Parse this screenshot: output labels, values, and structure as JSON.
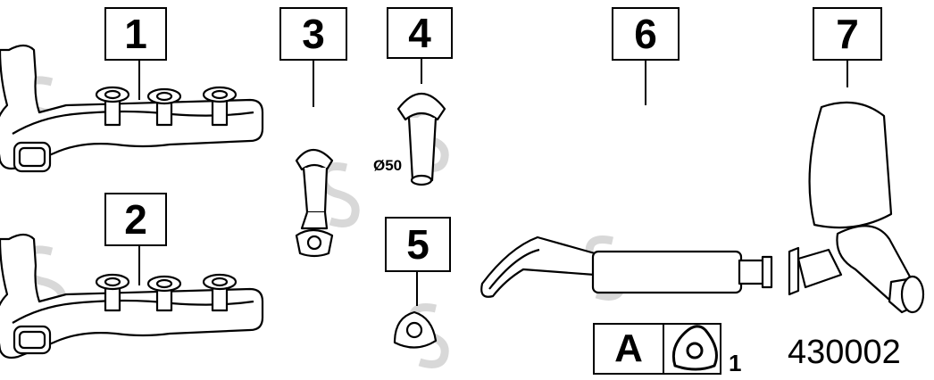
{
  "callouts": [
    {
      "id": "callout-1",
      "label": "1"
    },
    {
      "id": "callout-2",
      "label": "2"
    },
    {
      "id": "callout-3",
      "label": "3"
    },
    {
      "id": "callout-4",
      "label": "4"
    },
    {
      "id": "callout-5",
      "label": "5"
    },
    {
      "id": "callout-6",
      "label": "6"
    },
    {
      "id": "callout-7",
      "label": "7"
    }
  ],
  "pipe_diameter_label": "Ø50",
  "legend": {
    "letter": "A",
    "gasket_quantity": "1"
  },
  "diagram_number": "430002",
  "colors": {
    "line": "#000000",
    "background": "#ffffff",
    "watermark": "#d9d9d9"
  }
}
